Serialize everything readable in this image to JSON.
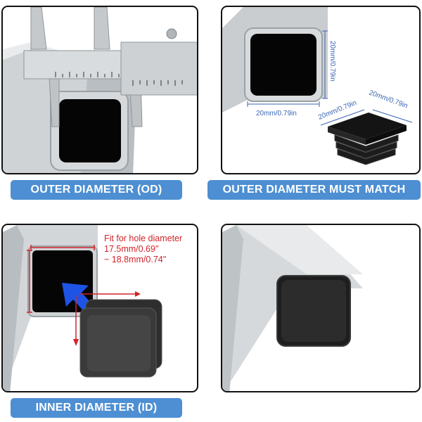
{
  "panels": {
    "top_left": {
      "label": "OUTER DIAMETER (OD)"
    },
    "top_right": {
      "label": "OUTER DIAMETER MUST MATCH",
      "dim_width": "20mm/0.79in",
      "dim_height": "20mm/0.79in",
      "dim_cap_left": "20mm/0.79in",
      "dim_cap_right": "20mm/0.79in"
    },
    "bottom_left": {
      "label": "INNER DIAMETER (ID)",
      "note_line1": "Fit for hole diameter",
      "note_line2": "17.5mm/0.69\"",
      "note_line3": "~ 18.8mm/0.74\""
    },
    "bottom_right": {
      "label": ""
    }
  },
  "colors": {
    "label_bg": "#4d8fd2",
    "dimension_blue": "#3b66b2",
    "note_red": "#d2232a",
    "arrow_blue": "#1d54e6"
  }
}
